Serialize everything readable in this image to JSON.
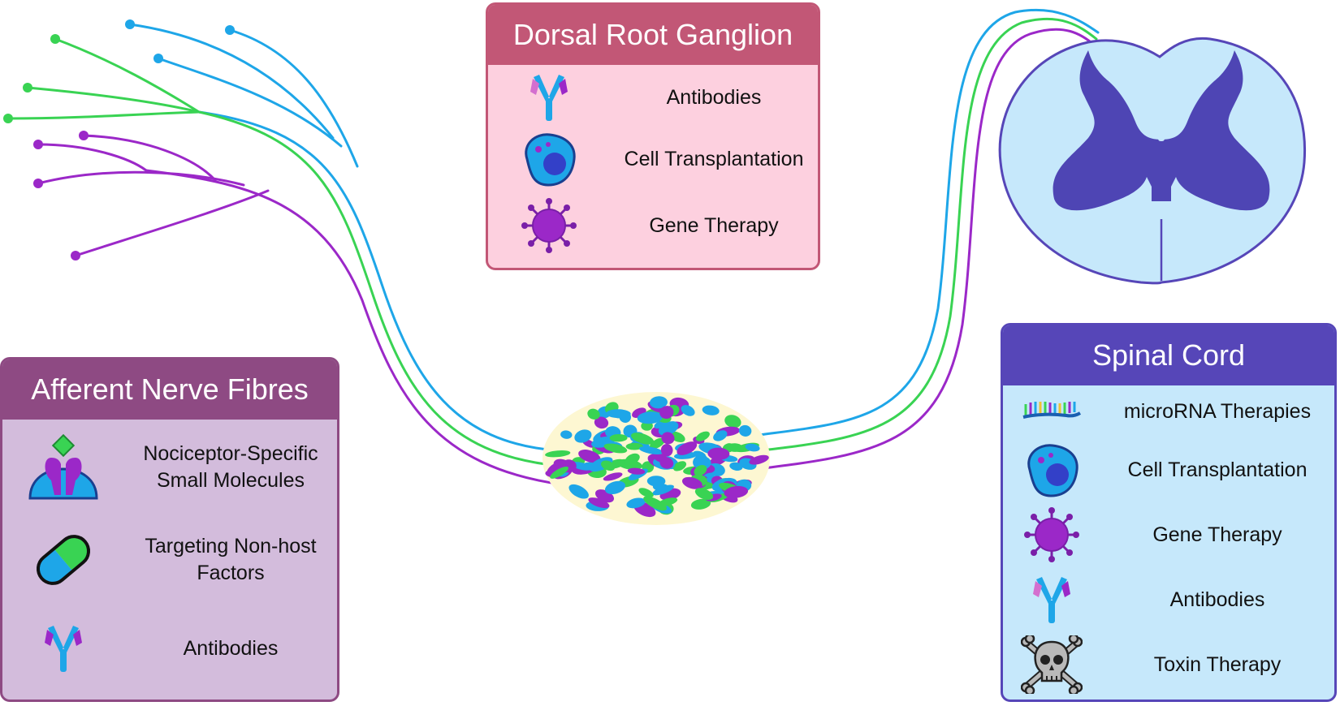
{
  "colors": {
    "fibre_blue": "#1ea6e8",
    "fibre_green": "#39d353",
    "fibre_purple": "#9b28c8",
    "grey_matter": "#4e45b4",
    "white_matter": "#c6e8fb",
    "drg_header": "#c25776",
    "drg_body": "#fdd0df",
    "afferent_header": "#8e4a83",
    "afferent_body": "#d3bcdc",
    "spinal_header": "#5646b8",
    "spinal_body": "#c6e8fb"
  },
  "panels": {
    "drg": {
      "title": "Dorsal Root Ganglion",
      "items": [
        {
          "label": "Antibodies",
          "icon": "antibody-icon"
        },
        {
          "label": "Cell Transplantation",
          "icon": "cell-icon"
        },
        {
          "label": "Gene Therapy",
          "icon": "virus-icon"
        }
      ]
    },
    "afferent": {
      "title": "Afferent Nerve Fibres",
      "items": [
        {
          "line1": "Nociceptor-Specific",
          "line2": "Small Molecules",
          "icon": "receptor-molecule-icon"
        },
        {
          "line1": "Targeting Non-host",
          "line2": "Factors",
          "icon": "capsule-icon"
        },
        {
          "line1": "Antibodies",
          "line2": "",
          "icon": "antibody-icon"
        }
      ]
    },
    "spinal": {
      "title": "Spinal Cord",
      "items": [
        {
          "label": "microRNA Therapies",
          "icon": "microrna-icon"
        },
        {
          "label": "Cell Transplantation",
          "icon": "cell-icon"
        },
        {
          "label": "Gene Therapy",
          "icon": "virus-icon"
        },
        {
          "label": "Antibodies",
          "icon": "antibody-icon"
        },
        {
          "label": "Toxin Therapy",
          "icon": "skull-icon"
        }
      ]
    }
  }
}
